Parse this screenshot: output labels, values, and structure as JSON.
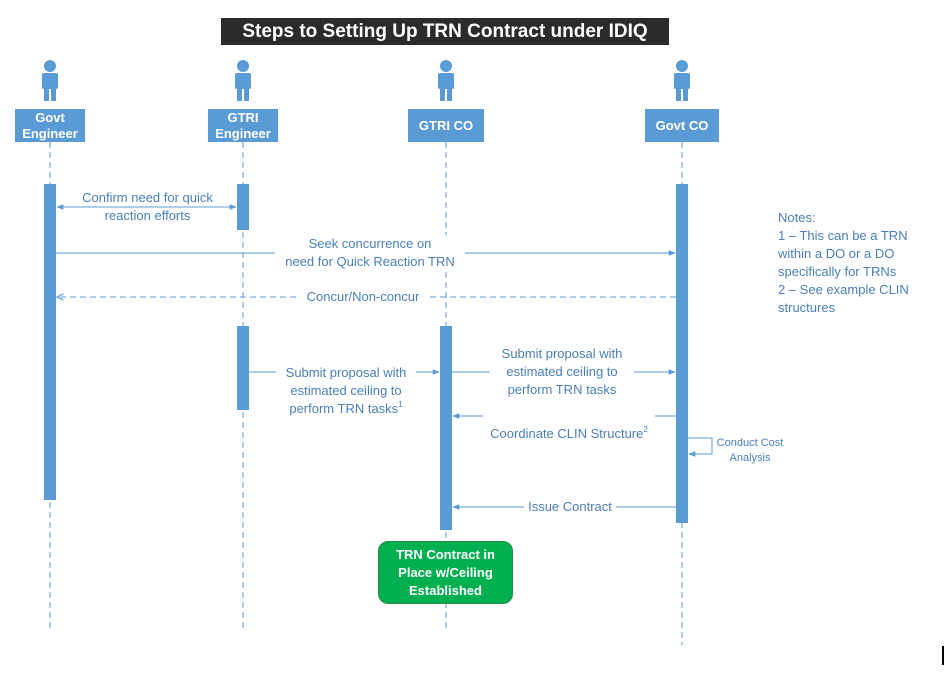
{
  "title": "Steps to Setting Up TRN Contract under IDIQ",
  "actors": [
    {
      "id": "govt-engineer",
      "label": "Govt\nEngineer"
    },
    {
      "id": "gtri-engineer",
      "label": "GTRI\nEngineer"
    },
    {
      "id": "gtri-co",
      "label": "GTRI CO"
    },
    {
      "id": "govt-co",
      "label": "Govt CO"
    }
  ],
  "messages": {
    "confirm": "Confirm need for quick\nreaction efforts",
    "seek": "Seek concurrence on\nneed for Quick Reaction TRN",
    "concur": "Concur/Non-concur",
    "submit1": "Submit proposal with\nestimated ceiling to\nperform TRN tasks",
    "submit1_sup": "1",
    "submit2": "Submit proposal with\nestimated ceiling to\nperform TRN tasks",
    "coordinate": "Coordinate CLIN Structure",
    "coordinate_sup": "2",
    "cost": "Conduct Cost\nAnalysis",
    "issue": "Issue Contract"
  },
  "notes": {
    "heading": "Notes:",
    "items": [
      "1 – This can be a TRN within a DO or a DO specifically for TRNs",
      "2 – See example CLIN structures"
    ]
  },
  "result": "TRN Contract in\nPlace w/Ceiling\nEstablished",
  "colors": {
    "lifeline": "#5b9bd5",
    "text": "#4a7fb8",
    "title_bg": "#2b2b2b",
    "result_bg": "#00b050"
  }
}
